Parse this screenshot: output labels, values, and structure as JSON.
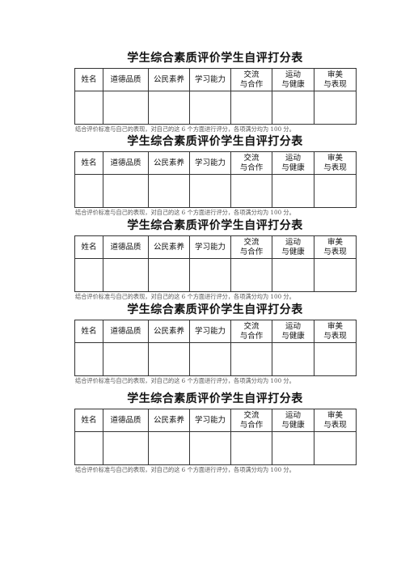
{
  "form": {
    "title": "学生综合素质评价学生自评打分表",
    "headers": [
      {
        "line1": "姓名",
        "line2": ""
      },
      {
        "line1": "道德品质",
        "line2": ""
      },
      {
        "line1": "公民素养",
        "line2": ""
      },
      {
        "line1": "学习能力",
        "line2": ""
      },
      {
        "line1": "交流",
        "line2": "与合作"
      },
      {
        "line1": "运动",
        "line2": "与健康"
      },
      {
        "line1": "审美",
        "line2": "与表现"
      }
    ],
    "note": "结合评价标准与自己的表现，对自己的这 6 个方面进行评分，各项满分均为 100 分。"
  },
  "copies": [
    {
      "id": 1
    },
    {
      "id": 2
    },
    {
      "id": 3
    },
    {
      "id": 4
    },
    {
      "id": 5
    }
  ]
}
